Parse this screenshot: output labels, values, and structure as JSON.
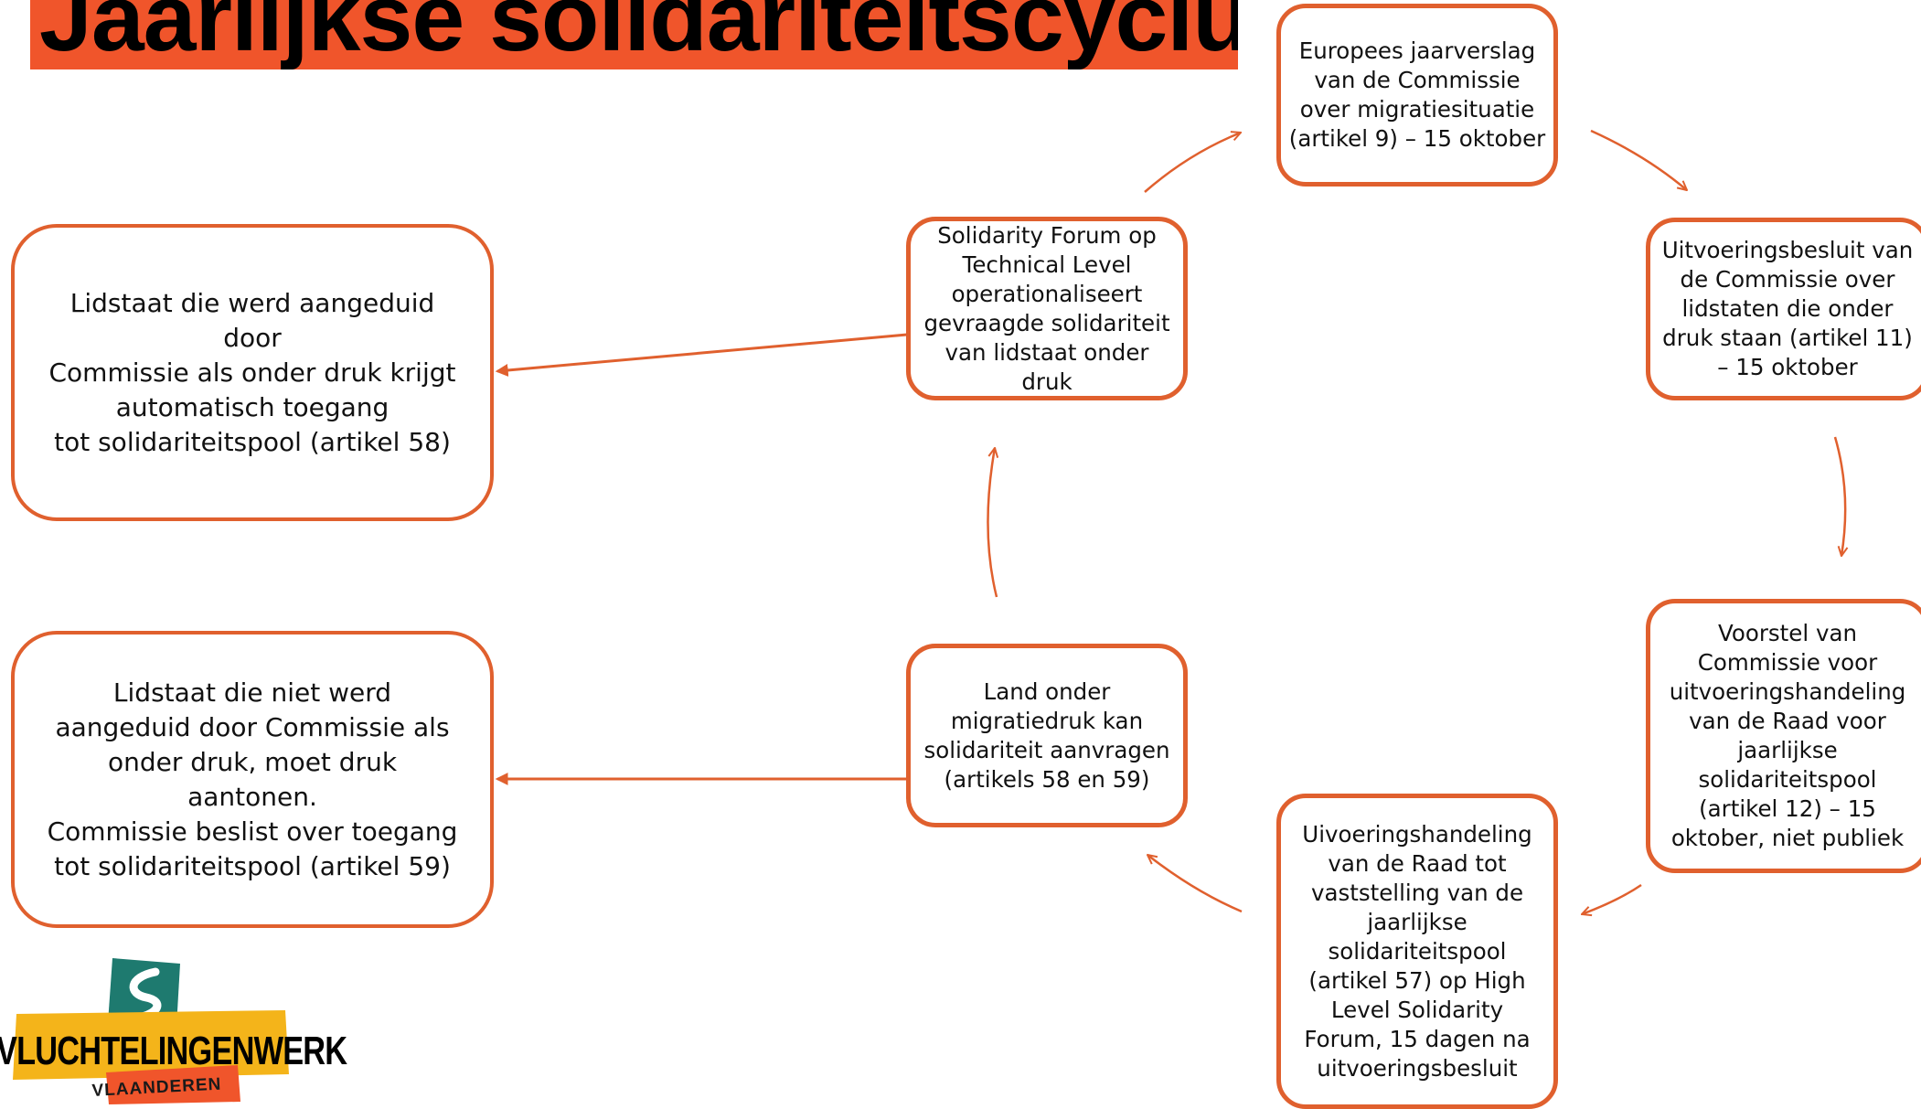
{
  "title": "Jaarlijkse solidariteitscyclus",
  "colors": {
    "accent": "#e0602e",
    "title_bg": "#f0552b",
    "logo_teal": "#1e7a6f",
    "logo_yellow": "#f4b41a"
  },
  "cycle_steps": [
    {
      "id": "jaarverslag",
      "text": "Europees jaarverslag\nvan de Commissie\nover migratiesituatie\n(artikel 9) – 15 oktober"
    },
    {
      "id": "uitvoeringsbesluit",
      "text": "Uitvoeringsbesluit van\nde Commissie over\nlidstaten die onder\ndruk staan (artikel 11)\n– 15 oktober"
    },
    {
      "id": "voorstel",
      "text": "Voorstel van\nCommissie voor\nuitvoeringshandeling\nvan de Raad voor\njaarlijkse\nsolidariteitspool\n(artikel 12) – 15\noktober, niet publiek"
    },
    {
      "id": "uitvoeringshandeling",
      "text": "Uivoeringshandeling\nvan de Raad tot\nvaststelling van de\njaarlijkse\nsolidariteitspool\n(artikel 57) op High\nLevel Solidarity\nForum, 15 dagen na\nuitvoeringsbesluit"
    },
    {
      "id": "land",
      "text": "Land onder\nmigratiedruk kan\nsolidariteit aanvragen\n(artikels 58 en 59)"
    },
    {
      "id": "forum",
      "text": "Solidarity Forum op\nTechnical Level\noperationaliseert\ngevraagde solidariteit\nvan lidstaat onder\ndruk"
    }
  ],
  "outcomes": [
    {
      "id": "aangeduid",
      "text": "Lidstaat die werd aangeduid door\nCommissie als onder druk krijgt\nautomatisch toegang\ntot solidariteitspool (artikel 58)"
    },
    {
      "id": "niet-aangeduid",
      "text": "Lidstaat die niet werd\naangeduid door Commissie als\nonder druk, moet druk aantonen.\nCommissie beslist over toegang\ntot solidariteitspool (artikel 59)"
    }
  ],
  "logo": {
    "name": "VLUCHTELINGENWERK",
    "sub": "VLAANDEREN"
  }
}
